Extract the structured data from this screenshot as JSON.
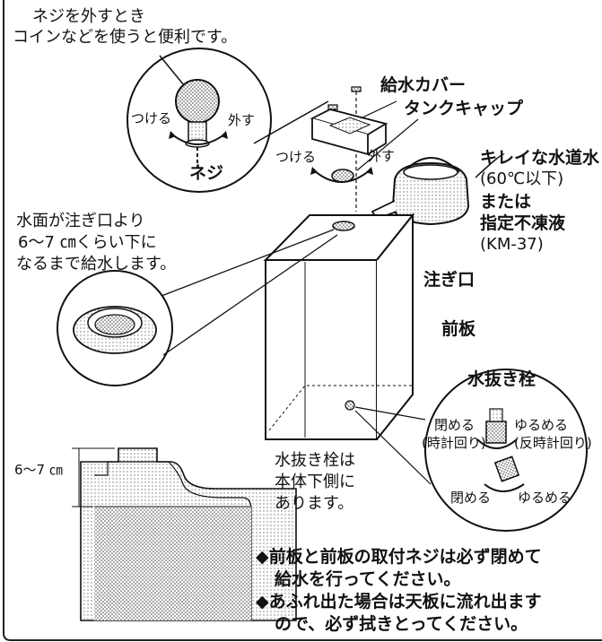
{
  "screw_note": {
    "line1": "ネジを外すとき",
    "line2": "コインなどを使うと便利です。"
  },
  "screw_detail": {
    "attach": "つける",
    "remove": "外す",
    "screw": "ネジ"
  },
  "cover_label": "給水カバー",
  "cap_label": "タンクキャップ",
  "cap_detail": {
    "attach": "つける",
    "remove": "外す"
  },
  "water": {
    "line1": "キレイな水道水",
    "line2": "(60℃以下)",
    "line3": "または",
    "line4": "指定不凍液",
    "line5": "(KM-37)"
  },
  "fill_note": {
    "line1": "水面が注ぎ口より",
    "line2": "6～7 ㎝くらい下に",
    "line3": "なるまで給水します。"
  },
  "spout_label": "注ぎ口",
  "front_plate_label": "前板",
  "drain": {
    "title": "水抜き栓",
    "close": "閉める",
    "close_sub": "(時計回り)",
    "loosen": "ゆるめる",
    "loosen_sub": "(反時計回り)",
    "close2": "閉める",
    "loosen2": "ゆるめる"
  },
  "level_dim": "6～7 ㎝",
  "drain_location": {
    "line1": "水抜き栓は",
    "line2": "本体下側に",
    "line3": "あります。"
  },
  "notes": [
    {
      "line1": "◆前板と前板の取付ネジは必ず閉めて",
      "line2": "給水を行ってください。"
    },
    {
      "line1": "◆あふれ出た場合は天板に流れ出ます",
      "line2": "ので、必ず拭きとってください。"
    }
  ]
}
